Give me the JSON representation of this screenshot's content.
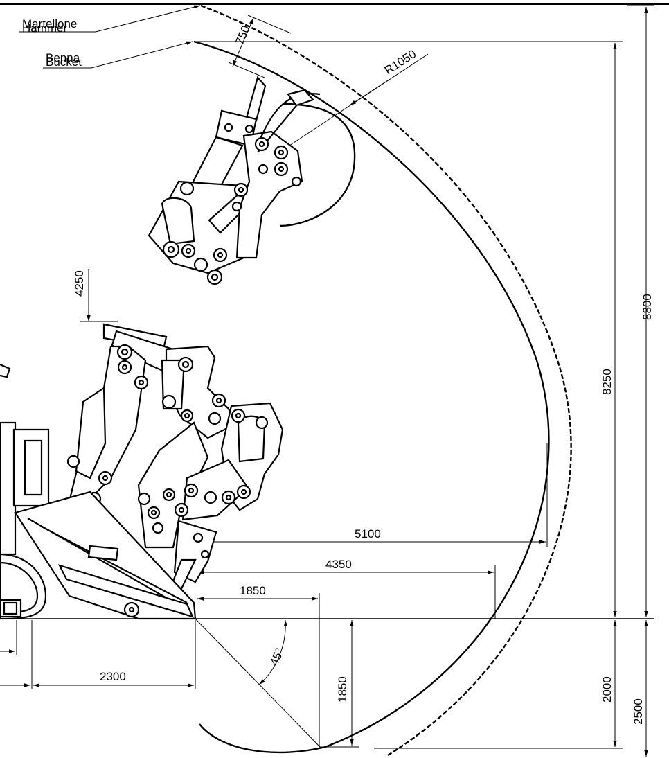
{
  "labels": {
    "hammer_it": "Martellone",
    "hammer_en": "Hammer",
    "bucket_it": "Benna",
    "bucket_en": "Bucket"
  },
  "dimensions": {
    "d750": "750",
    "r1050": "R1050",
    "d4250": "4250",
    "d8800": "8800",
    "d8250": "8250",
    "d5100": "5100",
    "d4350": "4350",
    "d1850_h": "1850",
    "d2300": "2300",
    "d1850_v": "1850",
    "d2000": "2000",
    "d2500": "2500",
    "angle45": "45°"
  }
}
